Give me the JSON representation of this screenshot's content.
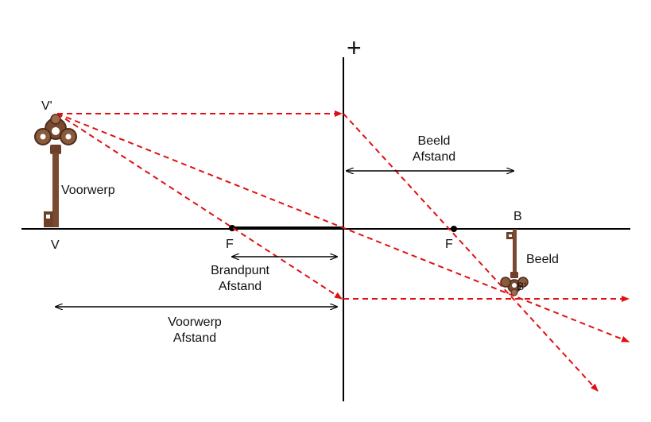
{
  "lens_sign": "+",
  "labels": {
    "object_top": "V'",
    "object_base": "V",
    "object": "Voorwerp",
    "focal_left": "F",
    "focal_right": "F",
    "image_base": "B",
    "image": "Beeld",
    "image_top": "B'"
  },
  "dimensions": {
    "image_distance": [
      "Beeld",
      "Afstand"
    ],
    "focal_distance": [
      "Brandpunt",
      "Afstand"
    ],
    "object_distance": [
      "Voorwerp",
      "Afstand"
    ]
  },
  "colors": {
    "ray": "#e01010",
    "axis": "#000000",
    "key": "#8a5a3c"
  }
}
